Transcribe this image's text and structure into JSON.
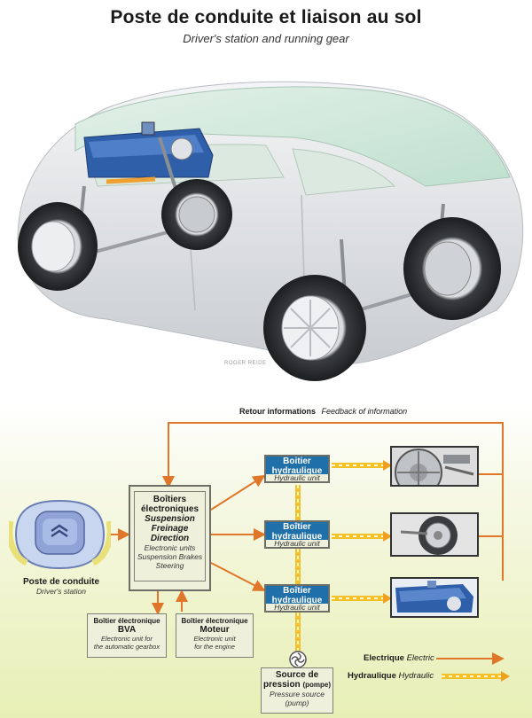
{
  "header": {
    "title": "Poste de conduite et liaison au sol",
    "subtitle": "Driver's station and running gear"
  },
  "car": {
    "credit": "ROGER REIDE"
  },
  "diagram": {
    "feedback": {
      "fr": "Retour informations",
      "en": "Feedback of information"
    },
    "driver_station": {
      "fr": "Poste de conduite",
      "en": "Driver's station"
    },
    "ecu": {
      "line1": "Boîtiers",
      "line2": "électroniques",
      "line3": "Suspension",
      "line4": "Freinage",
      "line5": "Direction",
      "en1": "Electronic units",
      "en2": "Suspension Brakes",
      "en3": "Steering"
    },
    "hydraulic_units": [
      {
        "fr1": "Boitier",
        "fr2": "hydraulique",
        "en": "Hydraulic unit"
      },
      {
        "fr1": "Boîtier",
        "fr2": "hydraulique",
        "en": "Hydraulic unit"
      },
      {
        "fr1": "Boîtier",
        "fr2": "hydraulique",
        "en": "Hydraulic unit"
      }
    ],
    "bva": {
      "header": "Boîtier électronique",
      "name": "BVA",
      "en1": "Electronic unit for",
      "en2": "the automatic gearbox"
    },
    "moteur": {
      "header": "Boîtier électronique",
      "name": "Moteur",
      "en1": "Electronic unit",
      "en2": "for the engine"
    },
    "pressure": {
      "fr1": "Source de",
      "fr2": "pression",
      "fr3": "(pompe)",
      "en1": "Pressure source",
      "en2": "(pump)"
    },
    "legend": {
      "electric_fr": "Electrique",
      "electric_en": "Electric",
      "hydraulic_fr": "Hydraulique",
      "hydraulic_en": "Hydraulic"
    },
    "colors": {
      "electric": "#e0762a",
      "hydraulic": "#f3c22b",
      "unit_header": "#1f6fa8"
    }
  }
}
